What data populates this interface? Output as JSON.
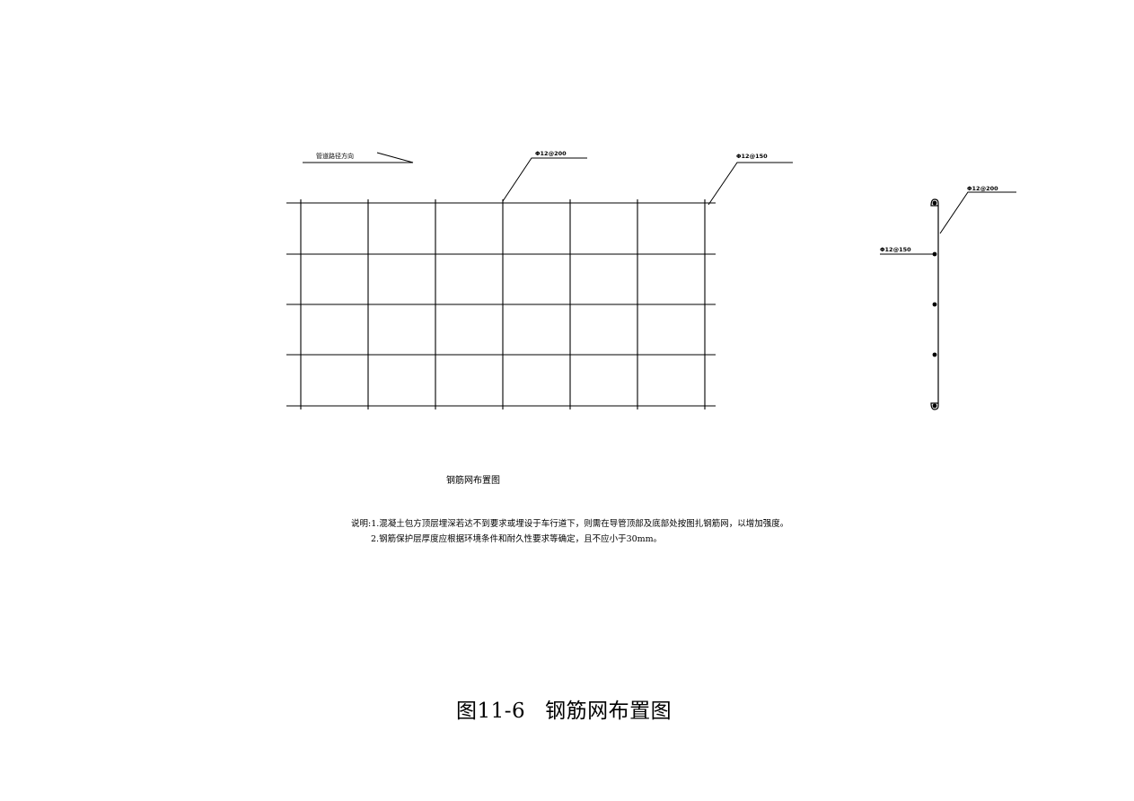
{
  "direction_label": "管道路径方向",
  "mesh_labels": {
    "rebar_top": "Φ12@200",
    "rebar_right": "Φ12@150"
  },
  "section_labels": {
    "rebar_top": "Φ12@200",
    "rebar_left": "Φ12@150"
  },
  "drawing_title": "钢筋网布置图",
  "notes": {
    "line1": "说明:1.混凝土包方顶层埋深若达不到要求或埋设于车行道下，则需在导管顶部及底部处按图扎钢筋网，以增加强度。",
    "line2": "2.钢筋保护层厚度应根据环境条件和耐久性要求等确定，且不应小于30mm。"
  },
  "figure": {
    "number": "图11-6",
    "title": "钢筋网布置图"
  }
}
